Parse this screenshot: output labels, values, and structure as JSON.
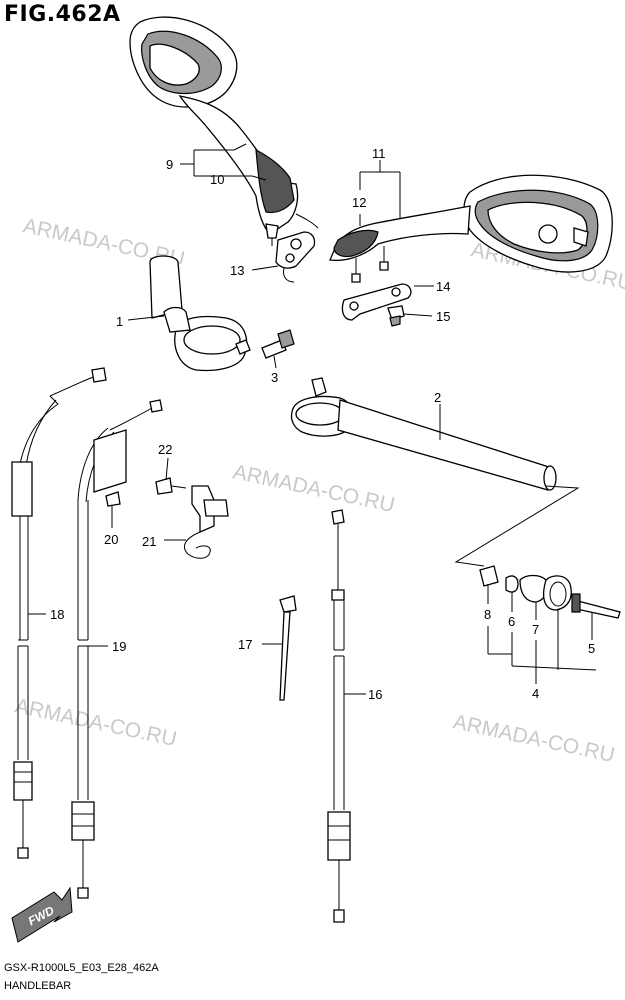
{
  "figure_title": "FIG.462A",
  "footer": {
    "model_code": "GSX-R1000L5_E03_E28_462A",
    "part_group": "HANDLEBAR"
  },
  "watermark": "ARMADA-CO.RU",
  "fwd_badge": "FWD",
  "callouts": {
    "c1": "1",
    "c2": "2",
    "c3": "3",
    "c4": "4",
    "c5": "5",
    "c6": "6",
    "c7": "7",
    "c8": "8",
    "c9": "9",
    "c10": "10",
    "c11": "11",
    "c12": "12",
    "c13": "13",
    "c14": "14",
    "c15": "15",
    "c16": "16",
    "c17": "17",
    "c18": "18",
    "c19": "19",
    "c20": "20",
    "c21": "21",
    "c22": "22"
  },
  "colors": {
    "line": "#000000",
    "watermark": "#c9c9c9",
    "shade": "#555555",
    "background": "#ffffff"
  }
}
